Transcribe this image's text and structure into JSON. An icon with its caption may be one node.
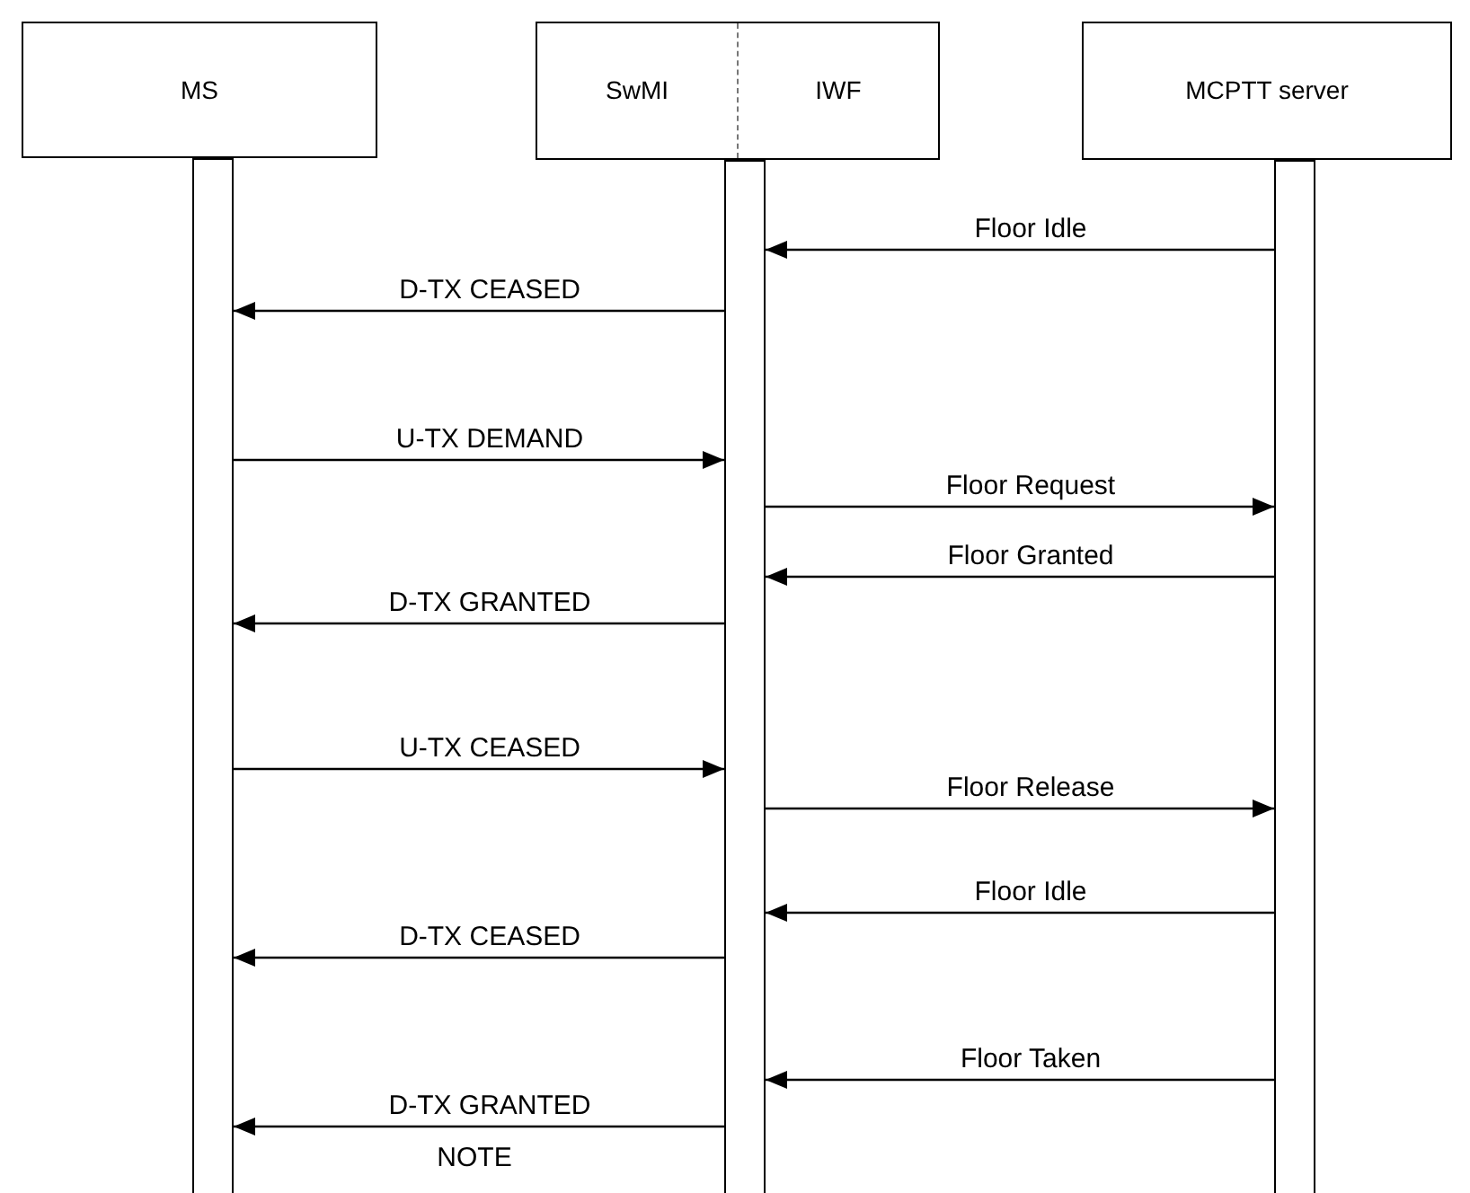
{
  "diagram": {
    "nodes": [
      {
        "text": [
          "MS"
        ]
      },
      {
        "text": [
          "SwMI",
          "IWF"
        ]
      },
      {
        "text": [
          "MCPTT server"
        ]
      },
      {
        "text": [],
        "shape": "bar"
      },
      {
        "text": [],
        "shape": "bar"
      },
      {
        "text": [],
        "shape": "bar"
      }
    ],
    "edges": [
      {
        "from": 5,
        "to": 4,
        "arrow": "to",
        "label": "Floor Idle"
      },
      {
        "from": 4,
        "to": 3,
        "arrow": "to",
        "label": "D-TX CEASED"
      },
      {
        "from": 3,
        "to": 4,
        "arrow": "to",
        "label": "U-TX DEMAND"
      },
      {
        "from": 4,
        "to": 5,
        "arrow": "to",
        "label": "Floor Request"
      },
      {
        "from": 5,
        "to": 4,
        "arrow": "to",
        "label": "Floor Granted"
      },
      {
        "from": 4,
        "to": 3,
        "arrow": "to",
        "label": "D-TX GRANTED"
      },
      {
        "from": 3,
        "to": 4,
        "arrow": "to",
        "label": "U-TX CEASED"
      },
      {
        "from": 4,
        "to": 5,
        "arrow": "to",
        "label": "Floor Release"
      },
      {
        "from": 5,
        "to": 4,
        "arrow": "to",
        "label": "Floor Idle"
      },
      {
        "from": 4,
        "to": 3,
        "arrow": "to",
        "label": "D-TX CEASED"
      },
      {
        "from": 5,
        "to": 4,
        "arrow": "to",
        "label": "Floor Taken"
      },
      {
        "from": 4,
        "to": 3,
        "arrow": "to",
        "label": "D-TX GRANTED"
      }
    ],
    "labels": [
      "NOTE"
    ]
  }
}
